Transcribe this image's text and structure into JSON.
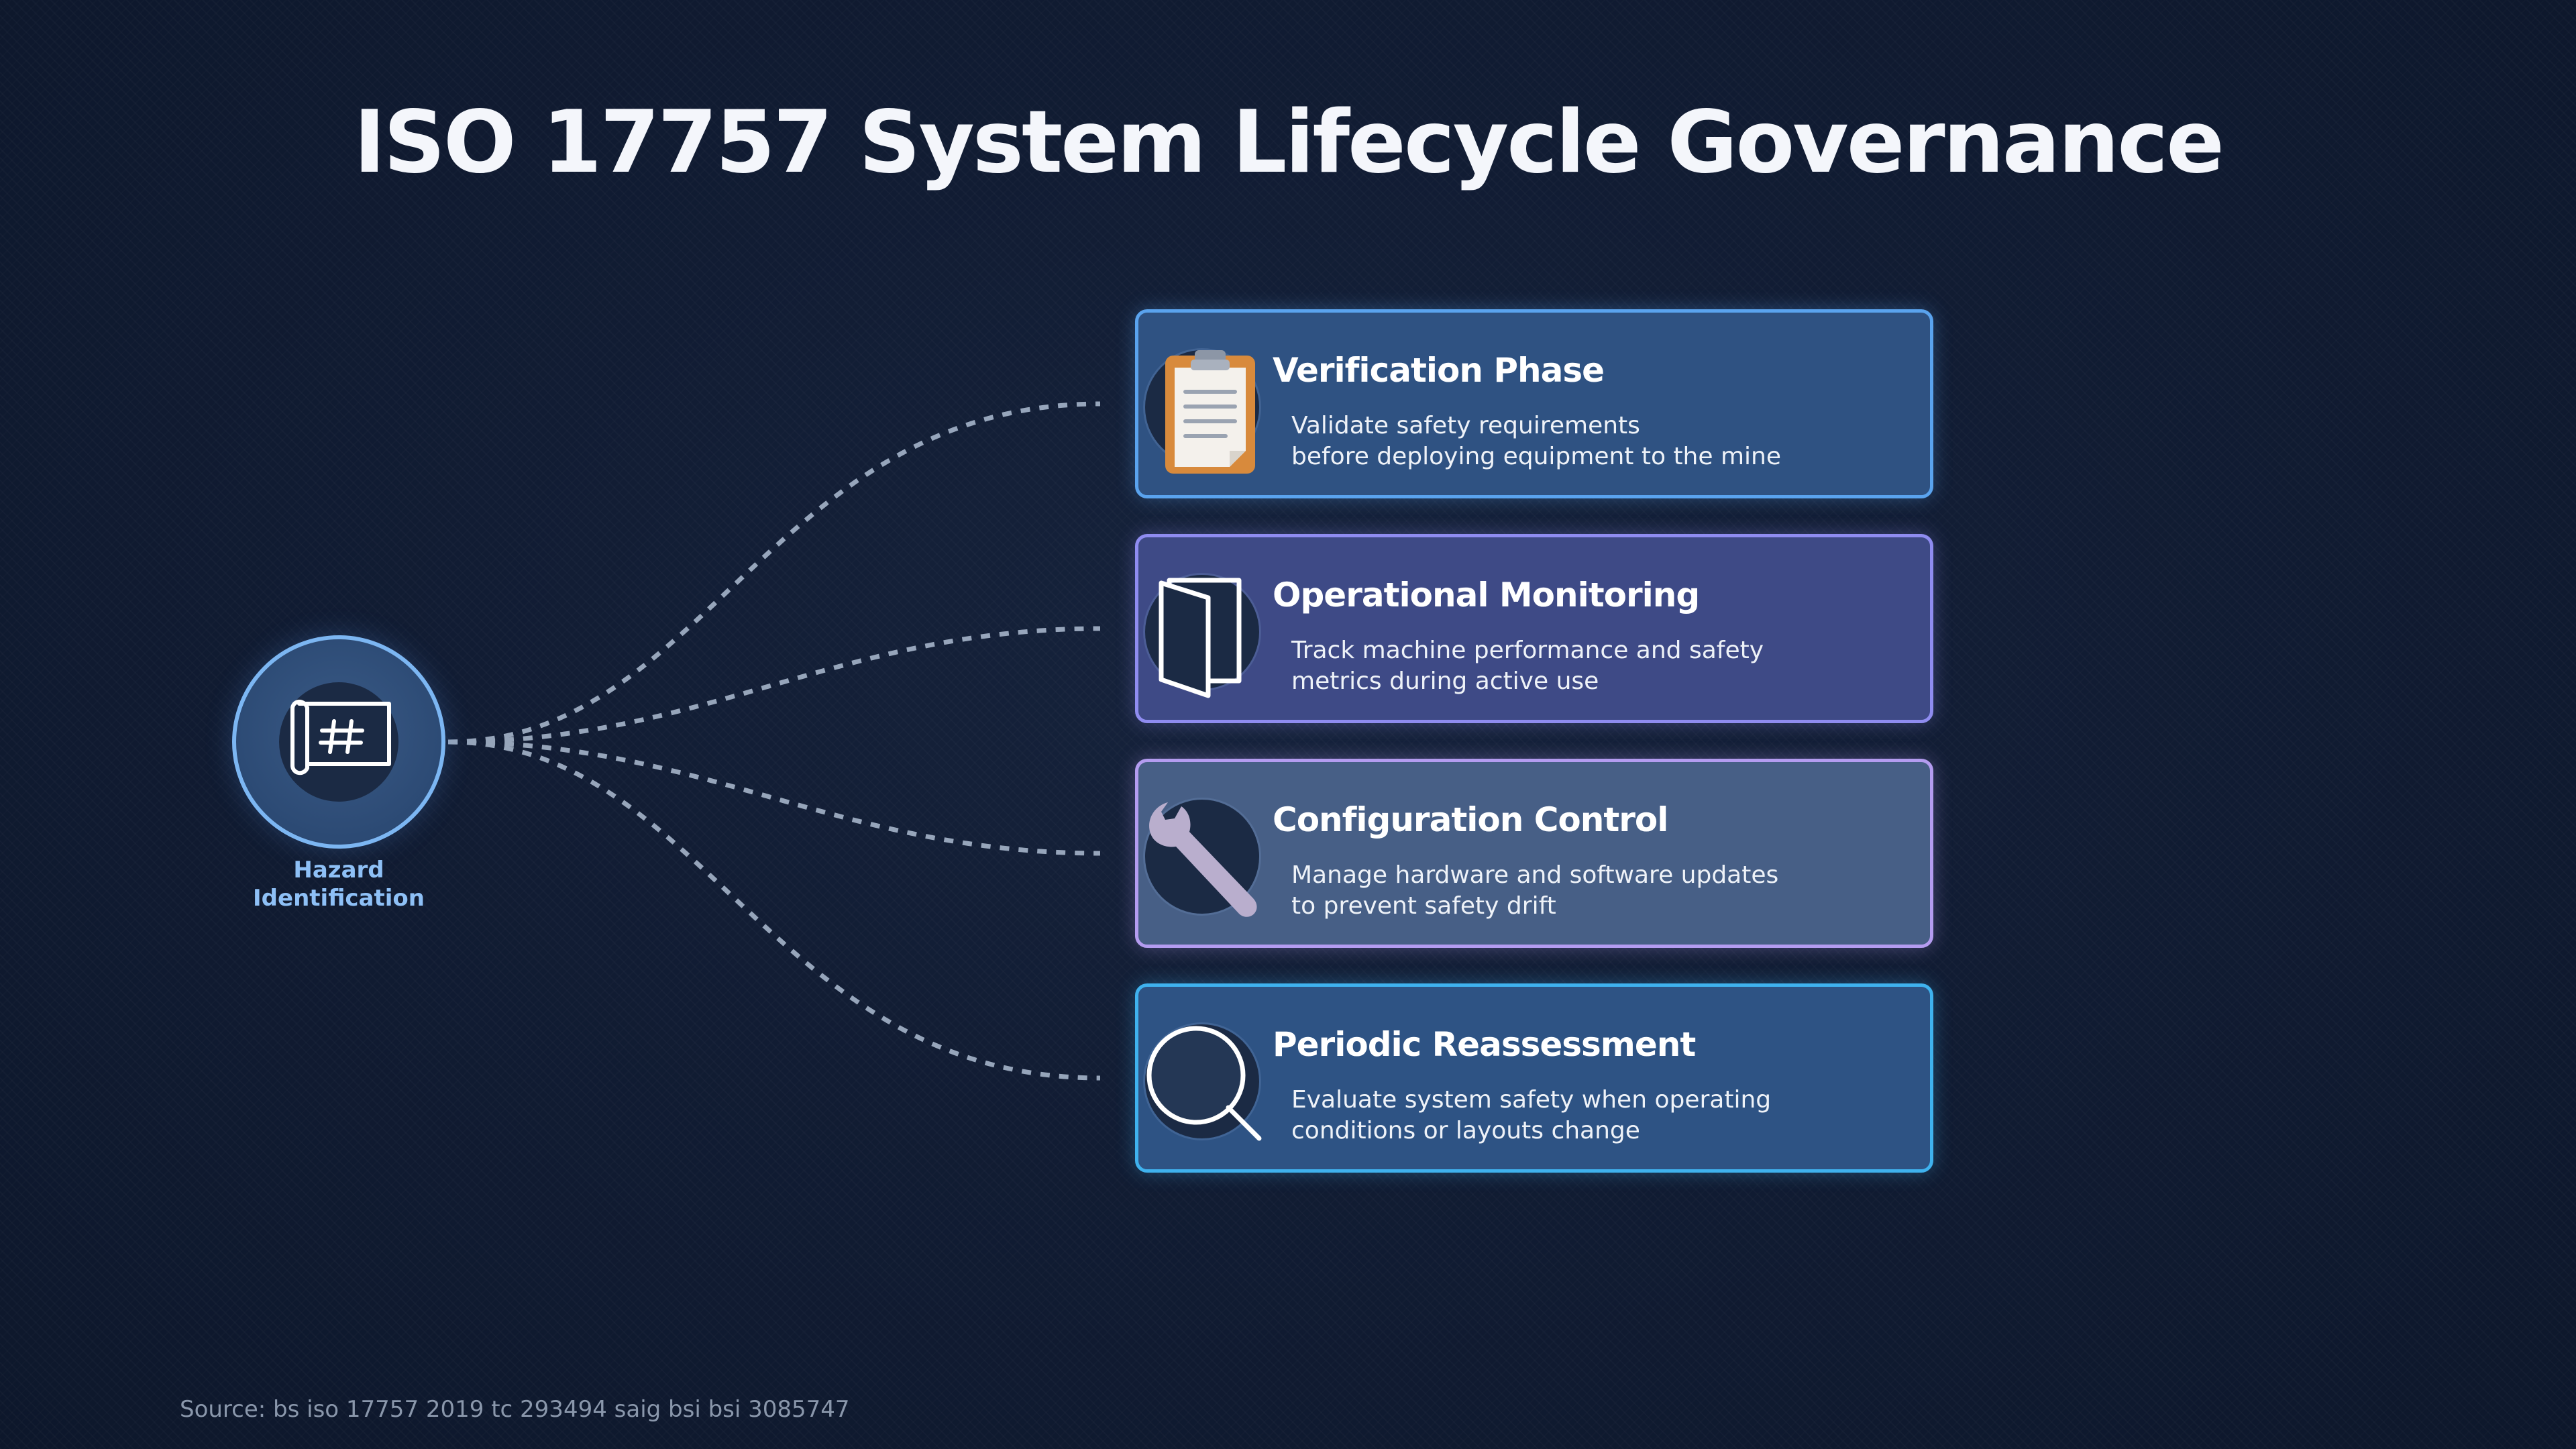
{
  "title": "ISO 17757 System Lifecycle Governance",
  "hub": {
    "label_line1": "Hazard",
    "label_line2": "Identification",
    "icon": "blueprint-grid-icon"
  },
  "phases": [
    {
      "title": "Verification Phase",
      "desc_line1": "Validate safety requirements",
      "desc_line2": "before deploying equipment to the mine",
      "icon": "clipboard-icon",
      "accent": "#5aa3ee",
      "fill": "#2f5282"
    },
    {
      "title": "Operational Monitoring",
      "desc_line1": "Track machine performance and safety",
      "desc_line2": "metrics during active use",
      "icon": "open-door-icon",
      "accent": "#8f8cf0",
      "fill": "#3e4a86"
    },
    {
      "title": "Configuration Control",
      "desc_line1": "Manage hardware and software updates",
      "desc_line2": "to prevent safety drift",
      "icon": "wrench-icon",
      "accent": "#b49cf0",
      "fill": "#475f86"
    },
    {
      "title": "Periodic Reassessment",
      "desc_line1": "Evaluate system safety when operating",
      "desc_line2": "conditions or layouts change",
      "icon": "magnifier-icon",
      "accent": "#3fb2ee",
      "fill": "#2e5384"
    }
  ],
  "source": "Source: bs iso 17757 2019 tc 293494 saig bsi bsi 3085747"
}
